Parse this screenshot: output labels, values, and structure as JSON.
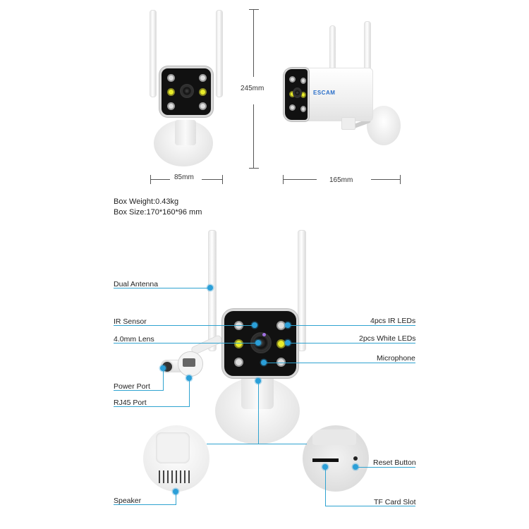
{
  "dimensions": {
    "height": "245mm",
    "front_width": "85mm",
    "side_length": "165mm"
  },
  "box_info": {
    "weight": "Box Weight:0.43kg",
    "size": "Box Size:170*160*96 mm"
  },
  "side_camera": {
    "brand": "ESCAM"
  },
  "callouts": {
    "dual_antenna": "Dual Antenna",
    "ir_sensor": "IR Sensor",
    "lens": "4.0mm Lens",
    "power_port": "Power Port",
    "rj45_port": "RJ45 Port",
    "ir_leds": "4pcs IR LEDs",
    "white_leds": "2pcs White LEDs",
    "microphone": "Microphone",
    "speaker": "Speaker",
    "reset_button": "Reset Button",
    "tf_card_slot": "TF Card Slot"
  },
  "colors": {
    "callout_line": "#2fa3d0",
    "callout_dot": "#2b9fd8",
    "dimension_line": "#555555",
    "white_led": "#e8ec2a"
  }
}
